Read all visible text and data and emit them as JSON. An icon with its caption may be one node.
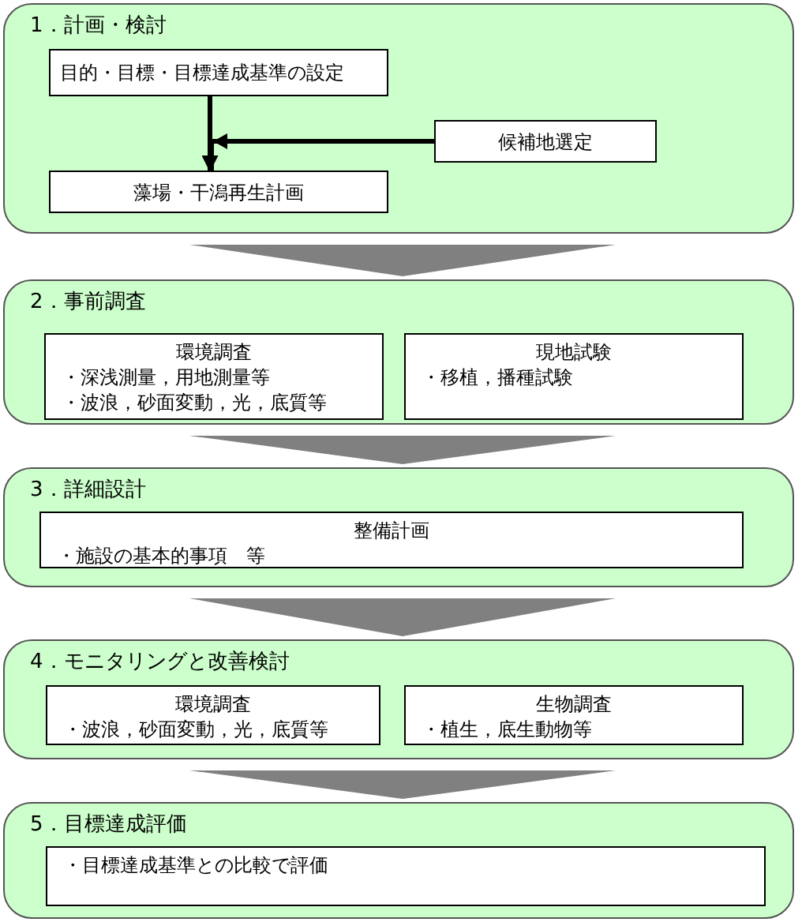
{
  "diagram": {
    "nodes": [
      {
        "text": [
          "1．計画・検討"
        ]
      },
      {
        "text": [
          "目的・目標・目標達成基準の設定"
        ],
        "in": 0
      },
      {
        "text": [
          "候補地選定"
        ],
        "in": 0
      },
      {
        "text": [
          "藻場・干潟再生計画"
        ],
        "in": 0
      },
      {
        "text": [
          "2．事前調査"
        ]
      },
      {
        "text": [
          "環境調査",
          "・深浅測量，用地測量等",
          "・波浪，砂面変動，光，底質等"
        ],
        "in": 4
      },
      {
        "text": [
          "現地試験",
          "・移植，播種試験"
        ],
        "in": 4
      },
      {
        "text": [
          "3．詳細設計"
        ]
      },
      {
        "text": [
          "整備計画",
          "・施設の基本的事項　等"
        ],
        "in": 7
      },
      {
        "text": [
          "4．モニタリングと改善検討"
        ]
      },
      {
        "text": [
          "環境調査",
          "・波浪，砂面変動，光，底質等"
        ],
        "in": 9
      },
      {
        "text": [
          "生物調査",
          "・植生，底生動物等"
        ],
        "in": 9
      },
      {
        "text": [
          "5．目標達成評価"
        ]
      },
      {
        "text": [
          "・目標達成基準との比較で評価"
        ],
        "in": 12
      }
    ],
    "edges": [
      {
        "from": 1,
        "to": 3,
        "arrow": "to"
      },
      {
        "from": 2,
        "to": 3,
        "arrow": "to"
      },
      {
        "from": 0,
        "to": 4,
        "arrow": "to",
        "color": "#808080"
      },
      {
        "from": 4,
        "to": 7,
        "arrow": "to",
        "color": "#808080"
      },
      {
        "from": 7,
        "to": 9,
        "arrow": "to",
        "color": "#808080"
      },
      {
        "from": 9,
        "to": 12,
        "arrow": "to",
        "color": "#808080"
      }
    ]
  }
}
